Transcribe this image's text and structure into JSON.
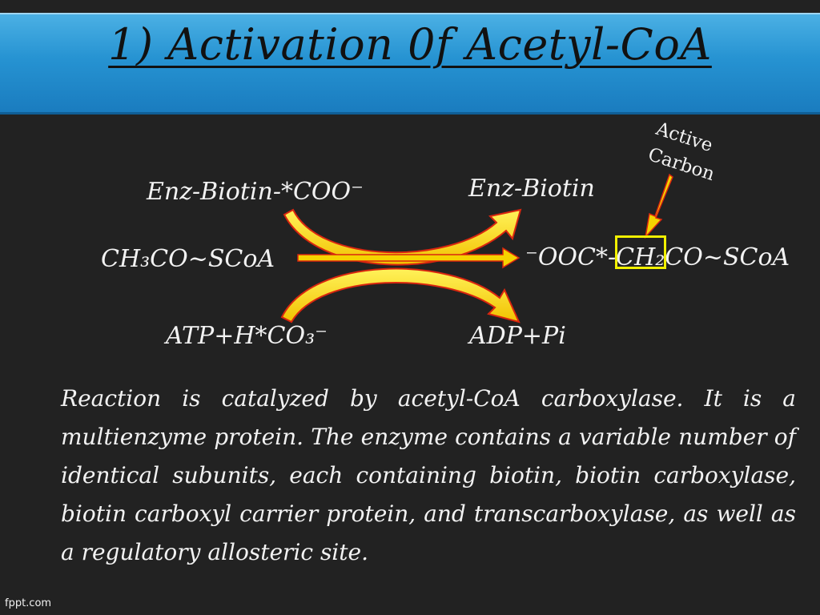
{
  "title": "1) Activation 0f Acetyl-CoA",
  "reaction": {
    "reactant_top": "Enz-Biotin-*COO⁻",
    "reactant_mid": "CH₃CO~SCoA",
    "reactant_bot": "ATP+H*CO₃⁻",
    "product_top": "Enz-Biotin",
    "product_mid_prefix": "⁻OOC*-",
    "product_mid_highlight": "CH₂",
    "product_mid_suffix": "CO~SCoA",
    "product_bot": "ADP+Pi"
  },
  "annotation": {
    "line1": "Active",
    "line2": "Carbon"
  },
  "description": "Reaction is catalyzed by acetyl-CoA carboxylase.  It is a multienzyme protein.  The enzyme contains a variable number of identical subunits, each containing biotin, biotin carboxylase, biotin carboxyl carrier protein, and transcarboxylase, as well as a regulatory allosteric site.",
  "footer": "fppt.com",
  "colors": {
    "arrow_fill": "#f5d400",
    "arrow_edge": "#d9260f",
    "title_bar": "#2693d2",
    "highlight": "#f1f000"
  }
}
